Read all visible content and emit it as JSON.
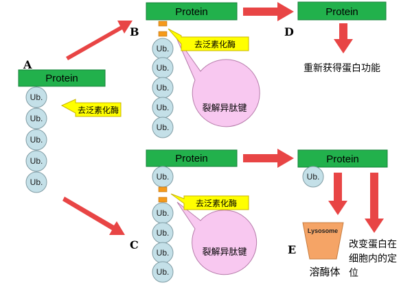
{
  "protein_label": "Protein",
  "ub_label": "Ub.",
  "enzyme_label": "去泛素化酶",
  "cleave_label": "裂解异肽键",
  "letters": {
    "a": "A",
    "b": "B",
    "c": "C",
    "d": "D",
    "e": "E"
  },
  "d_result": "重新获得蛋白功能",
  "lysosome_label": "Lysosome",
  "lysosome_cn": "溶酶体",
  "relocalize_line1": "改变蛋白在",
  "relocalize_line2": "细胞内的定",
  "relocalize_line3": "位",
  "colors": {
    "protein_green": "#22b14c",
    "ub_fill": "#c4e0e8",
    "ub_stroke": "#7f9ba3",
    "arrow_red": "#e84545",
    "callout_yellow": "#ffff00",
    "bubble_pink": "#f8c8f0",
    "linker_orange": "#f59a1b",
    "lysosome_orange": "#f5a466"
  }
}
